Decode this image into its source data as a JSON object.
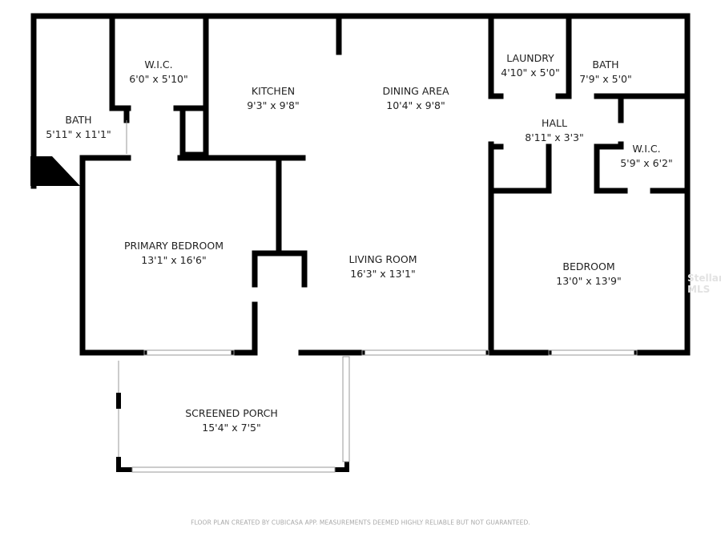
{
  "rooms": [
    {
      "name": "W.I.C.",
      "size": "6'0\" x 5'10\""
    },
    {
      "name": "BATH",
      "size": "5'11\" x 11'1\""
    },
    {
      "name": "KITCHEN",
      "size": "9'3\" x 9'8\""
    },
    {
      "name": "DINING AREA",
      "size": "10'4\" x 9'8\""
    },
    {
      "name": "LAUNDRY",
      "size": "4'10\" x 5'0\""
    },
    {
      "name": "BATH",
      "size": "7'9\" x 5'0\""
    },
    {
      "name": "HALL",
      "size": "8'11\" x 3'3\""
    },
    {
      "name": "W.I.C.",
      "size": "5'9\" x 6'2\""
    },
    {
      "name": "PRIMARY BEDROOM",
      "size": "13'1\" x 16'6\""
    },
    {
      "name": "LIVING ROOM",
      "size": "16'3\" x 13'1\""
    },
    {
      "name": "BEDROOM",
      "size": "13'0\" x 13'9\""
    },
    {
      "name": "SCREENED PORCH",
      "size": "15'4\" x 7'5\""
    }
  ],
  "footer": "FLOOR PLAN CREATED BY CUBICASA APP. MEASUREMENTS DEEMED HIGHLY RELIABLE BUT NOT GUARANTEED.",
  "watermark": "Stellar MLS",
  "colors": {
    "wall": "#000000",
    "window": "#9a9a9a"
  }
}
